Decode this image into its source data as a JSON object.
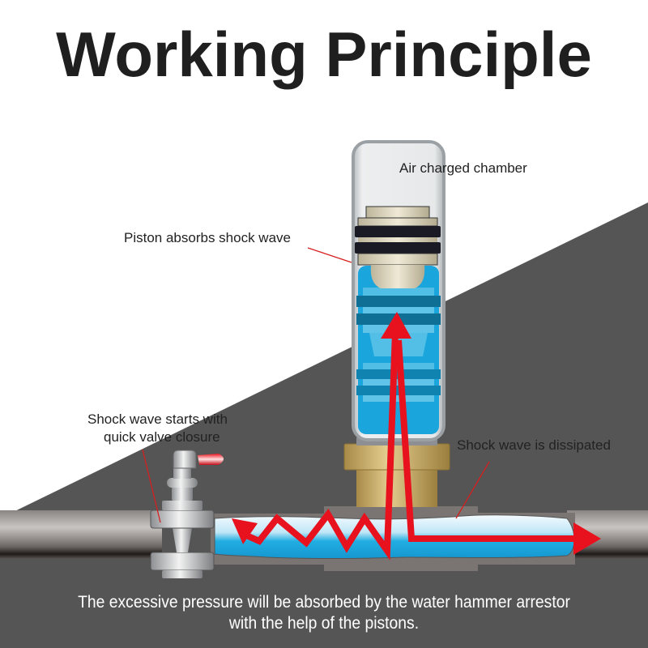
{
  "title": "Working Principle",
  "labels": {
    "air_chamber": "Air charged chamber",
    "piston": "Piston absorbs shock wave",
    "shock_start_line1": "Shock wave starts with",
    "shock_start_line2": "quick valve closure",
    "dissipated": "Shock wave is dissipated"
  },
  "caption": {
    "line1": "The excessive pressure will be absorbed by the water hammer arrestor",
    "line2": "with the help of the pistons."
  },
  "colors": {
    "background_top": "#ffffff",
    "background_dark": "#555555",
    "water": "#1aa6dc",
    "arrow": "#e8121e",
    "brass": "#c8a862",
    "piston_seal": "#1a1a24"
  }
}
